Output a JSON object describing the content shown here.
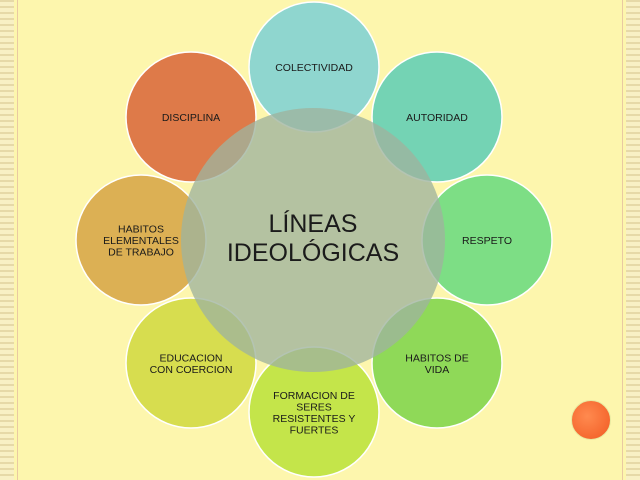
{
  "diagram": {
    "center": {
      "line1": "LÍNEAS",
      "line2": "IDEOLÓGICAS"
    },
    "nodes": [
      {
        "id": "colectividad",
        "lines": [
          "COLECTIVIDAD"
        ],
        "color": "#8fd6cf"
      },
      {
        "id": "autoridad",
        "lines": [
          "AUTORIDAD"
        ],
        "color": "#74d3b4"
      },
      {
        "id": "respeto",
        "lines": [
          "RESPETO"
        ],
        "color": "#7dde85"
      },
      {
        "id": "habitos-de-vida",
        "lines": [
          "HABITOS DE",
          "VIDA"
        ],
        "color": "#8fd958"
      },
      {
        "id": "formacion",
        "lines": [
          "FORMACION DE",
          "SERES",
          "RESISTENTES Y",
          "FUERTES"
        ],
        "color": "#c4e54a"
      },
      {
        "id": "educacion",
        "lines": [
          "EDUCACION",
          "CON COERCION"
        ],
        "color": "#d7dd4f"
      },
      {
        "id": "habitos-elementales",
        "lines": [
          "HABITOS",
          "ELEMENTALES",
          "DE TRABAJO"
        ],
        "color": "#dcb054"
      },
      {
        "id": "disciplina",
        "lines": [
          "DISCIPLINA"
        ],
        "color": "#de7a49"
      }
    ],
    "center_color": "#9fb39e"
  }
}
